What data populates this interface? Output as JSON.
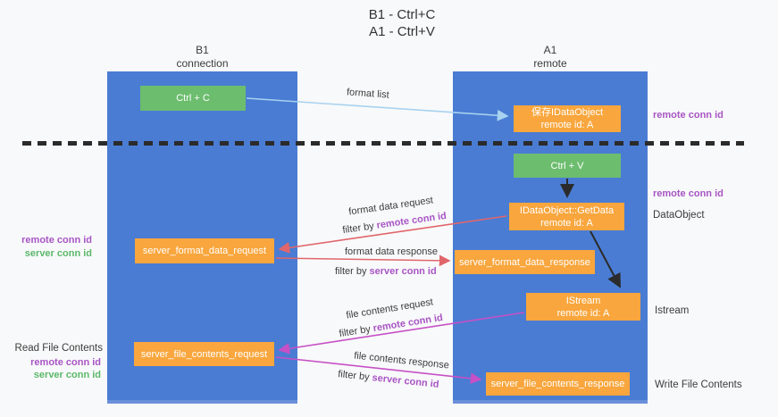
{
  "title": {
    "line1": "B1 - Ctrl+C",
    "line2": "A1 - Ctrl+V"
  },
  "columns": {
    "left": {
      "name": "B1",
      "role": "connection"
    },
    "right": {
      "name": "A1",
      "role": "remote"
    }
  },
  "boxes": {
    "ctrl_c": "Ctrl + C",
    "ctrl_v": "Ctrl + V",
    "save_idataobject": {
      "line1": "保存IDataObject",
      "line2": "remote id: A"
    },
    "getdata": {
      "line1": "IDataObject::GetData",
      "line2": "remote id: A"
    },
    "istream": {
      "line1": "IStream",
      "line2": "remote id: A"
    },
    "format_request": "server_format_data_request",
    "format_response": "server_format_data_response",
    "file_request": "server_file_contents_request",
    "file_response": "server_file_contents_response"
  },
  "arrow_labels": {
    "format_list": "format list",
    "format_data_request": "format data request",
    "format_data_response": "format data response",
    "file_contents_request": "file contents request",
    "file_contents_response": "file contents response",
    "filter_by": "filter by ",
    "remote_conn_id": "remote conn id",
    "server_conn_id": "server conn id"
  },
  "side_labels": {
    "remote_conn_id": "remote conn id",
    "server_conn_id": "server conn id",
    "dataobject": "DataObject",
    "istream": "Istream",
    "read_file_contents": "Read File Contents",
    "write_file_contents": "Write File Contents"
  },
  "colors": {
    "column_blue": "#4a7cd3",
    "box_green": "#6cbd6e",
    "box_orange": "#f8a63d",
    "arrow_light_blue": "#a8d2f0",
    "arrow_red": "#e0666b",
    "arrow_magenta": "#c750c7",
    "arrow_black": "#2b2b2b",
    "conn_id_purple": "#a855c4",
    "conn_id_green": "#5cb86a"
  }
}
